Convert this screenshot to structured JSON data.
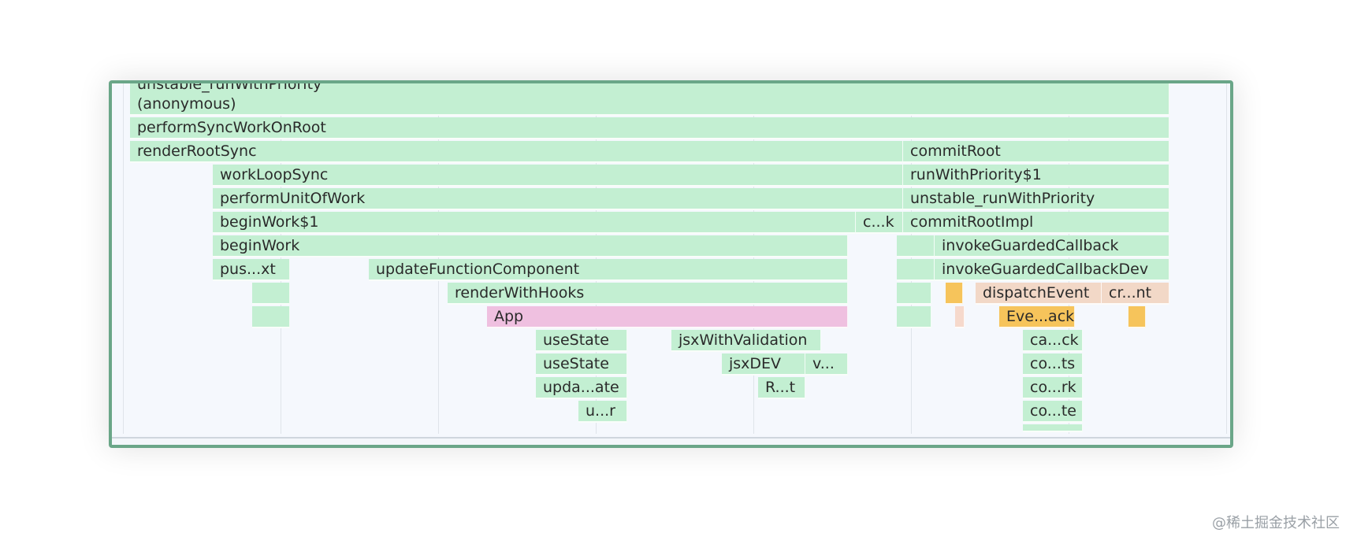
{
  "flame_chart": {
    "frames": [
      {
        "id": "f0",
        "label": "unstable_runWithPriority",
        "color": "green"
      },
      {
        "id": "f1",
        "label": "(anonymous)",
        "color": "green"
      },
      {
        "id": "f2",
        "label": "performSyncWorkOnRoot",
        "color": "green"
      },
      {
        "id": "f3",
        "label": "renderRootSync",
        "color": "green"
      },
      {
        "id": "f4",
        "label": "commitRoot",
        "color": "green"
      },
      {
        "id": "f5",
        "label": "workLoopSync",
        "color": "green"
      },
      {
        "id": "f6",
        "label": "runWithPriority$1",
        "color": "green"
      },
      {
        "id": "f7",
        "label": "performUnitOfWork",
        "color": "green"
      },
      {
        "id": "f8",
        "label": "unstable_runWithPriority",
        "color": "green"
      },
      {
        "id": "f9",
        "label": "beginWork$1",
        "color": "green"
      },
      {
        "id": "f10",
        "label": "c...k",
        "color": "green"
      },
      {
        "id": "f11",
        "label": "commitRootImpl",
        "color": "green"
      },
      {
        "id": "f12",
        "label": "beginWork",
        "color": "green"
      },
      {
        "id": "f13",
        "label": "",
        "color": "green"
      },
      {
        "id": "f14",
        "label": "invokeGuardedCallback",
        "color": "green"
      },
      {
        "id": "f15",
        "label": "pus...xt",
        "color": "green"
      },
      {
        "id": "f16",
        "label": "updateFunctionComponent",
        "color": "green"
      },
      {
        "id": "f17",
        "label": "",
        "color": "green"
      },
      {
        "id": "f18",
        "label": "invokeGuardedCallbackDev",
        "color": "green"
      },
      {
        "id": "f19",
        "label": "",
        "color": "green"
      },
      {
        "id": "f20",
        "label": "renderWithHooks",
        "color": "green"
      },
      {
        "id": "f21",
        "label": "",
        "color": "green"
      },
      {
        "id": "f22",
        "label": "",
        "color": "orange"
      },
      {
        "id": "f23",
        "label": "dispatchEvent",
        "color": "peach"
      },
      {
        "id": "f24",
        "label": "cr...nt",
        "color": "peach"
      },
      {
        "id": "f25",
        "label": "",
        "color": "green"
      },
      {
        "id": "f26",
        "label": "App",
        "color": "pink"
      },
      {
        "id": "f27",
        "label": "",
        "color": "green"
      },
      {
        "id": "f28",
        "label": "",
        "color": "lightpeach"
      },
      {
        "id": "f29",
        "label": "Eve...ack",
        "color": "orange"
      },
      {
        "id": "f30",
        "label": "",
        "color": "orange"
      },
      {
        "id": "f31",
        "label": "useState",
        "color": "green"
      },
      {
        "id": "f32",
        "label": "jsxWithValidation",
        "color": "green"
      },
      {
        "id": "f33",
        "label": "ca...ck",
        "color": "green"
      },
      {
        "id": "f34",
        "label": "useState",
        "color": "green"
      },
      {
        "id": "f35",
        "label": "jsxDEV",
        "color": "green"
      },
      {
        "id": "f36",
        "label": "v...",
        "color": "green"
      },
      {
        "id": "f37",
        "label": "co...ts",
        "color": "green"
      },
      {
        "id": "f38",
        "label": "upda...ate",
        "color": "green"
      },
      {
        "id": "f39",
        "label": "R...t",
        "color": "green"
      },
      {
        "id": "f40",
        "label": "co...rk",
        "color": "green"
      },
      {
        "id": "f41",
        "label": "u...r",
        "color": "green"
      },
      {
        "id": "f42",
        "label": "co...te",
        "color": "green"
      }
    ]
  },
  "watermark": "@稀土掘金技术社区"
}
